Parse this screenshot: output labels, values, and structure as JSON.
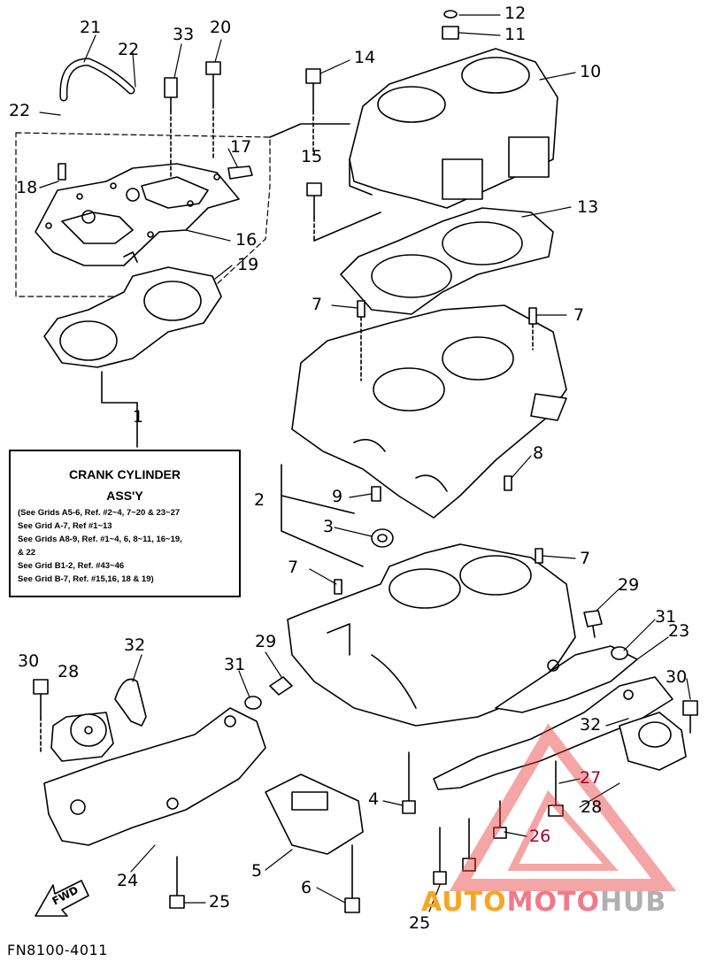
{
  "diagram": {
    "callouts": [
      {
        "id": "21",
        "text": "21"
      },
      {
        "id": "22a",
        "text": "22"
      },
      {
        "id": "33",
        "text": "33"
      },
      {
        "id": "20",
        "text": "20"
      },
      {
        "id": "22b",
        "text": "22"
      },
      {
        "id": "17",
        "text": "17"
      },
      {
        "id": "18",
        "text": "18"
      },
      {
        "id": "16",
        "text": "16"
      },
      {
        "id": "19",
        "text": "19"
      },
      {
        "id": "12",
        "text": "12"
      },
      {
        "id": "11",
        "text": "11"
      },
      {
        "id": "10",
        "text": "10"
      },
      {
        "id": "14",
        "text": "14"
      },
      {
        "id": "15",
        "text": "15"
      },
      {
        "id": "13",
        "text": "13"
      },
      {
        "id": "7a",
        "text": "7"
      },
      {
        "id": "7b",
        "text": "7"
      },
      {
        "id": "1",
        "text": "1"
      },
      {
        "id": "8",
        "text": "8"
      },
      {
        "id": "9",
        "text": "9"
      },
      {
        "id": "2",
        "text": "2"
      },
      {
        "id": "3",
        "text": "3"
      },
      {
        "id": "7c",
        "text": "7"
      },
      {
        "id": "7d",
        "text": "7"
      },
      {
        "id": "29a",
        "text": "29"
      },
      {
        "id": "31a",
        "text": "31"
      },
      {
        "id": "23",
        "text": "23"
      },
      {
        "id": "30a",
        "text": "30"
      },
      {
        "id": "28a",
        "text": "28"
      },
      {
        "id": "32a",
        "text": "32"
      },
      {
        "id": "29b",
        "text": "29"
      },
      {
        "id": "31b",
        "text": "31"
      },
      {
        "id": "30b",
        "text": "30"
      },
      {
        "id": "32b",
        "text": "32"
      },
      {
        "id": "27",
        "text": "27"
      },
      {
        "id": "28b",
        "text": "28"
      },
      {
        "id": "4",
        "text": "4"
      },
      {
        "id": "26",
        "text": "26"
      },
      {
        "id": "5",
        "text": "5"
      },
      {
        "id": "24",
        "text": "24"
      },
      {
        "id": "6",
        "text": "6"
      },
      {
        "id": "25a",
        "text": "25"
      },
      {
        "id": "25b",
        "text": "25"
      }
    ],
    "assembly_box": {
      "title": "CRANK CYLINDER",
      "subtitle": "ASS'Y",
      "lines": [
        "(See Grids A5-6, Ref. #2~4, 7~20 & 23~27",
        "See Grid A-7, Ref #1~13",
        "See Grids A8-9, Ref. #1~4, 6, 8~11, 16~19,",
        "& 22",
        "See Grid B1-2, Ref. #43~46",
        "See Grid B-7, Ref. #15,16, 18 & 19)"
      ]
    },
    "fwd_label": "FWD",
    "footer_code": "FN8100-4011",
    "watermark": {
      "part1": "AUTO",
      "part2": "MOTO",
      "part3": "HUB",
      "colors": {
        "auto": "#f5a623",
        "moto": "#f07a8a",
        "hub": "#b0b0b0",
        "triangle": "#e83a3a"
      }
    },
    "colors": {
      "ink": "#000000",
      "paper": "#ffffff",
      "callout_red": "#a4002a"
    }
  }
}
